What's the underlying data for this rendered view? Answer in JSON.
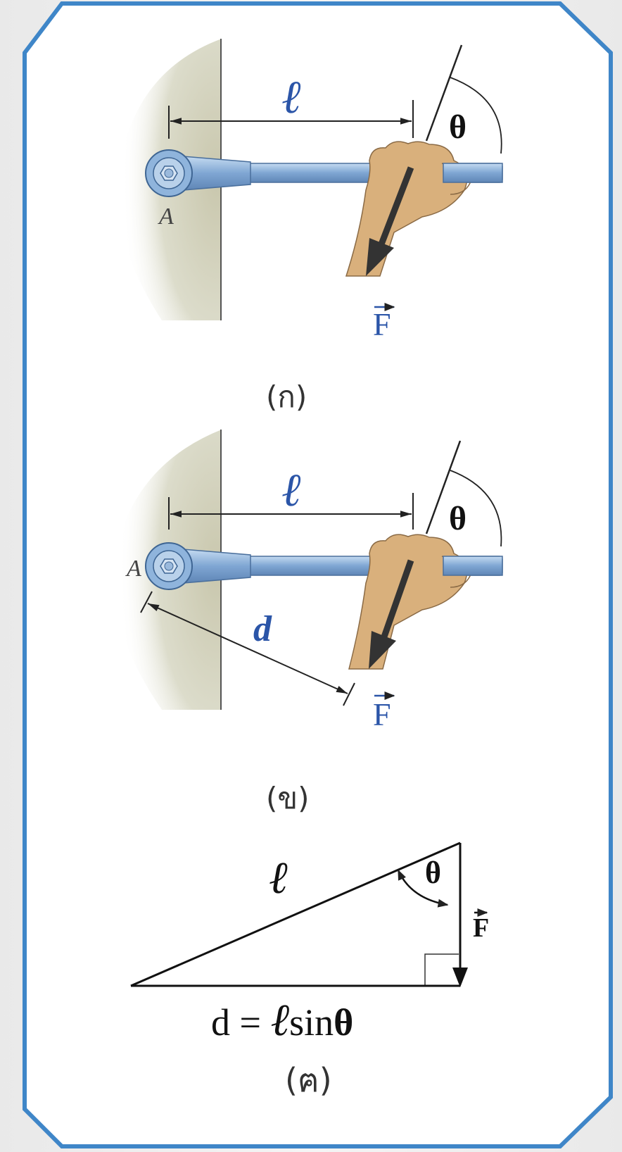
{
  "colors": {
    "frame": "#3f86c8",
    "wrench": "#8fb4dc",
    "label_blue": "#2b55a8",
    "skin": "#d9b07c",
    "wall": "#cbcab0",
    "arrow": "#333333"
  },
  "figure_a": {
    "length_label": "ℓ",
    "angle_label": "θ",
    "point_label": "A",
    "force_label": "F",
    "caption": "(ก)"
  },
  "figure_b": {
    "length_label": "ℓ",
    "angle_label": "θ",
    "point_label": "A",
    "distance_label": "d",
    "force_label": "F",
    "caption": "(ข)"
  },
  "figure_c": {
    "hypotenuse_label": "ℓ",
    "angle_label": "θ",
    "force_label": "F",
    "equation_d": "d = ",
    "equation_l": "ℓ",
    "equation_sin": "sin",
    "equation_theta": "θ",
    "caption": "(ฅ)"
  }
}
